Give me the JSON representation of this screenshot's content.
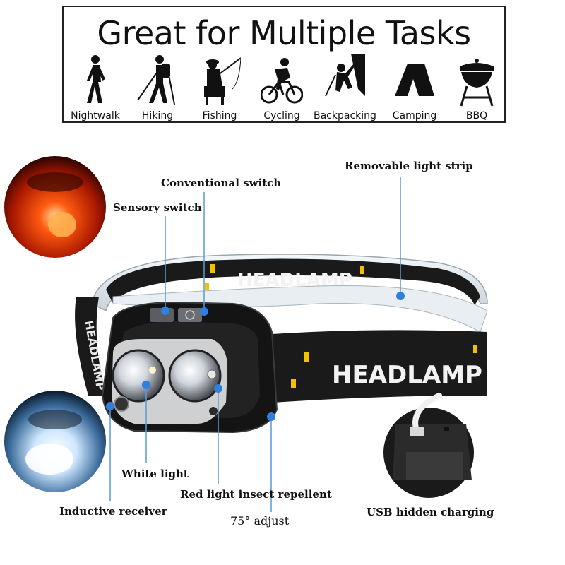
{
  "banner": {
    "title": "Great for Multiple Tasks",
    "activities": [
      {
        "label": "Nightwalk",
        "icon": "walker-icon"
      },
      {
        "label": "Hiking",
        "icon": "hiker-icon"
      },
      {
        "label": "Fishing",
        "icon": "fisher-icon"
      },
      {
        "label": "Cycling",
        "icon": "cyclist-icon"
      },
      {
        "label": "Backpacking",
        "icon": "climber-icon"
      },
      {
        "label": "Camping",
        "icon": "tent-icon"
      },
      {
        "label": "BBQ",
        "icon": "grill-icon"
      }
    ]
  },
  "product": {
    "strap_text_back": "HEADLAMP",
    "strap_text_front": "HEADLAMP",
    "strap_text_side": "HEADLAMP"
  },
  "callouts": {
    "removable_strip": "Removable light strip",
    "conventional_switch": "Conventional switch",
    "sensory_switch": "Sensory switch",
    "white_light": "White light",
    "red_light": "Red light insect repellent",
    "inductive_receiver": "Inductive receiver",
    "adjust": "75° adjust",
    "usb": "USB hidden charging"
  },
  "colors": {
    "callout_dot": "#2f7fe0",
    "callout_line": "#5a9ad8",
    "strap": "#1a1a1a",
    "accent_yellow": "#f2c200",
    "red_glow": "#ff3a10",
    "white_glow": "#dff2ff"
  }
}
